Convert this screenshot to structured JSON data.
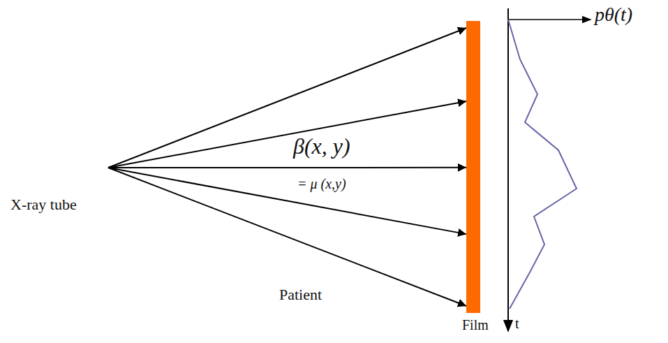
{
  "diagram": {
    "nodes": [
      {
        "text": [
          "X-ray tube"
        ]
      },
      {
        "text": [
          "β(x, y)",
          "= μ (x,y)",
          "Patient"
        ]
      },
      {
        "text": [
          "Film"
        ]
      }
    ],
    "edges": [
      {
        "from": 0,
        "to": 2,
        "arrow": "to"
      },
      {
        "from": 0,
        "to": 2,
        "arrow": "to"
      },
      {
        "from": 0,
        "to": 2,
        "arrow": "to"
      },
      {
        "from": 0,
        "to": 2,
        "arrow": "to"
      },
      {
        "from": 0,
        "to": 2,
        "arrow": "to"
      }
    ],
    "labels": [
      "pθ(t)",
      "t"
    ]
  }
}
